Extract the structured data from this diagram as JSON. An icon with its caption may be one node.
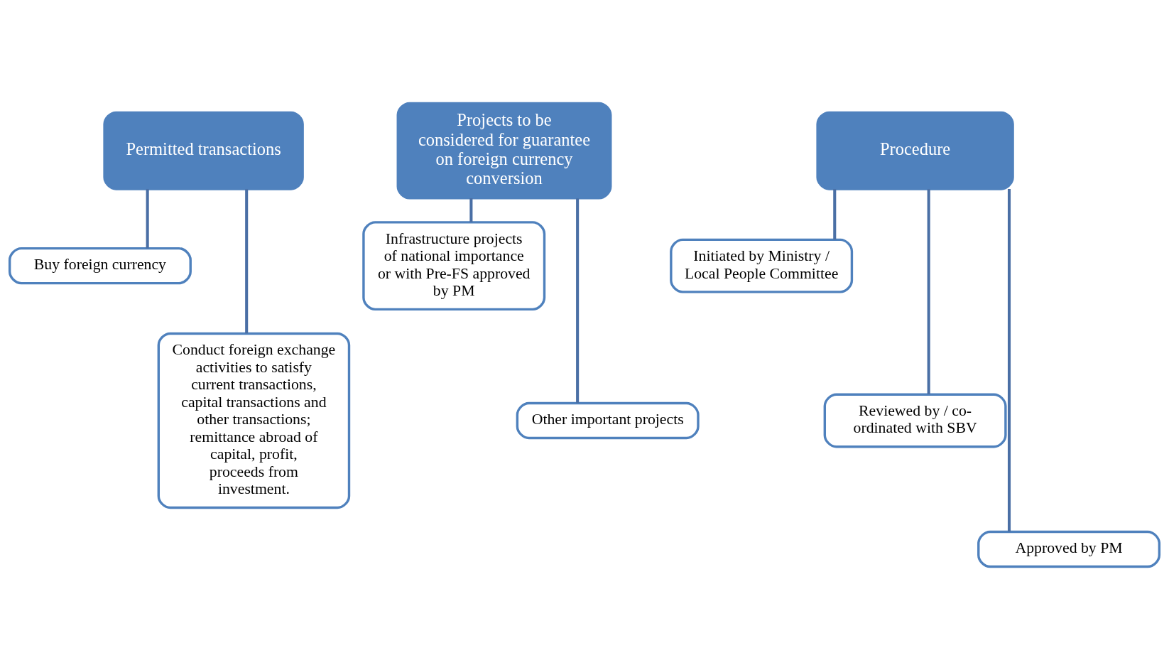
{
  "diagram": {
    "nodes": [
      {
        "text": [
          "Permitted transactions"
        ]
      },
      {
        "text": [
          "Buy foreign currency"
        ]
      },
      {
        "text": [
          "Conduct foreign exchange activities to satisfy current transactions, capital transactions and other transactions; remittance abroad of capital, profit, proceeds from investment."
        ]
      },
      {
        "text": [
          "Projects to be considered for guarantee on foreign currency conversion"
        ]
      },
      {
        "text": [
          "Infrastructure projects of national importance or with Pre-FS approved by PM"
        ]
      },
      {
        "text": [
          "Other important projects"
        ]
      },
      {
        "text": [
          "Procedure"
        ]
      },
      {
        "text": [
          "Initiated by Ministry / Local People Committee"
        ]
      },
      {
        "text": [
          "Reviewed by / co-ordinated with SBV"
        ]
      },
      {
        "text": [
          "Approved by PM"
        ]
      }
    ],
    "edges": [
      {
        "from": 0,
        "to": 1,
        "arrow": "none"
      },
      {
        "from": 0,
        "to": 2,
        "arrow": "none"
      },
      {
        "from": 3,
        "to": 4,
        "arrow": "none"
      },
      {
        "from": 3,
        "to": 5,
        "arrow": "none"
      },
      {
        "from": 6,
        "to": 7,
        "arrow": "none"
      },
      {
        "from": 6,
        "to": 8,
        "arrow": "none"
      },
      {
        "from": 6,
        "to": 9,
        "arrow": "none"
      }
    ]
  }
}
